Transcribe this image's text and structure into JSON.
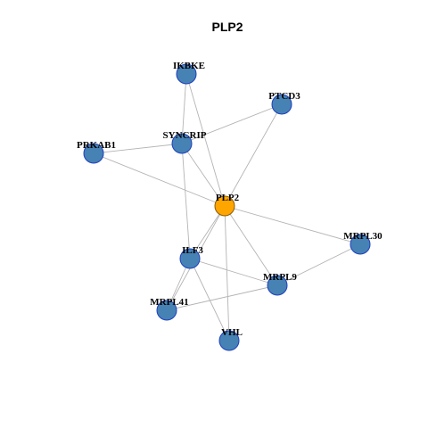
{
  "title": "PLP2",
  "colors": {
    "background": "#ffffff",
    "edge": "#b4b4b4",
    "node_fill": "#4682b4",
    "node_stroke": "#1f3fbf",
    "center_fill": "#ffa500",
    "center_stroke": "#8a5a00",
    "label": "#000000"
  },
  "nodes": [
    {
      "id": "PLP2",
      "label": "PLP2",
      "center": true
    },
    {
      "id": "IKBKE",
      "label": "IKBKE"
    },
    {
      "id": "PTCD3",
      "label": "PTCD3"
    },
    {
      "id": "SYNCRIP",
      "label": "SYNCRIP"
    },
    {
      "id": "PRKAB1",
      "label": "PRKAB1"
    },
    {
      "id": "MRPL30",
      "label": "MRPL30"
    },
    {
      "id": "ILF3",
      "label": "ILF3"
    },
    {
      "id": "MRPL9",
      "label": "MRPL9"
    },
    {
      "id": "MRPL41",
      "label": "MRPL41"
    },
    {
      "id": "VHL",
      "label": "VHL"
    }
  ],
  "edges": [
    [
      "IKBKE",
      "SYNCRIP"
    ],
    [
      "IKBKE",
      "PLP2"
    ],
    [
      "PTCD3",
      "SYNCRIP"
    ],
    [
      "PTCD3",
      "PLP2"
    ],
    [
      "PRKAB1",
      "SYNCRIP"
    ],
    [
      "PRKAB1",
      "PLP2"
    ],
    [
      "SYNCRIP",
      "PLP2"
    ],
    [
      "SYNCRIP",
      "ILF3"
    ],
    [
      "PLP2",
      "MRPL30"
    ],
    [
      "PLP2",
      "ILF3"
    ],
    [
      "PLP2",
      "MRPL9"
    ],
    [
      "PLP2",
      "MRPL41"
    ],
    [
      "PLP2",
      "VHL"
    ],
    [
      "ILF3",
      "MRPL9"
    ],
    [
      "ILF3",
      "MRPL41"
    ],
    [
      "ILF3",
      "VHL"
    ],
    [
      "MRPL9",
      "MRPL30"
    ],
    [
      "MRPL9",
      "MRPL41"
    ]
  ]
}
